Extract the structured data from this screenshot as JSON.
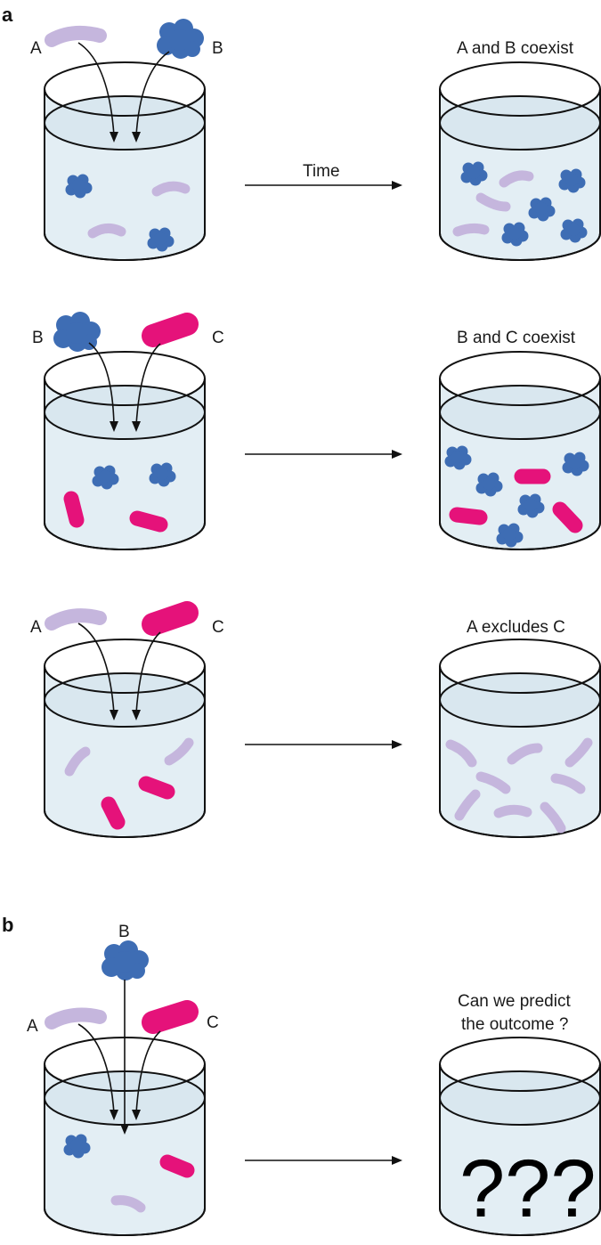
{
  "panels": [
    "a",
    "b"
  ],
  "species": {
    "A": {
      "label": "A",
      "shape": "rod-curved",
      "color": "#c5b6dd"
    },
    "B": {
      "label": "B",
      "shape": "cluster",
      "color": "#3e6db4"
    },
    "C": {
      "label": "C",
      "shape": "rod",
      "color": "#e5127a"
    }
  },
  "time_label": "Time",
  "rows": [
    {
      "inputs": [
        "A",
        "B"
      ],
      "outcome": "A and B coexist"
    },
    {
      "inputs": [
        "B",
        "C"
      ],
      "outcome": "B and C coexist"
    },
    {
      "inputs": [
        "A",
        "C"
      ],
      "outcome": "A excludes C"
    },
    {
      "inputs": [
        "A",
        "B",
        "C"
      ],
      "outcome": [
        "Can we predict",
        "the outcome ?"
      ],
      "unknown_mark": "???"
    }
  ]
}
